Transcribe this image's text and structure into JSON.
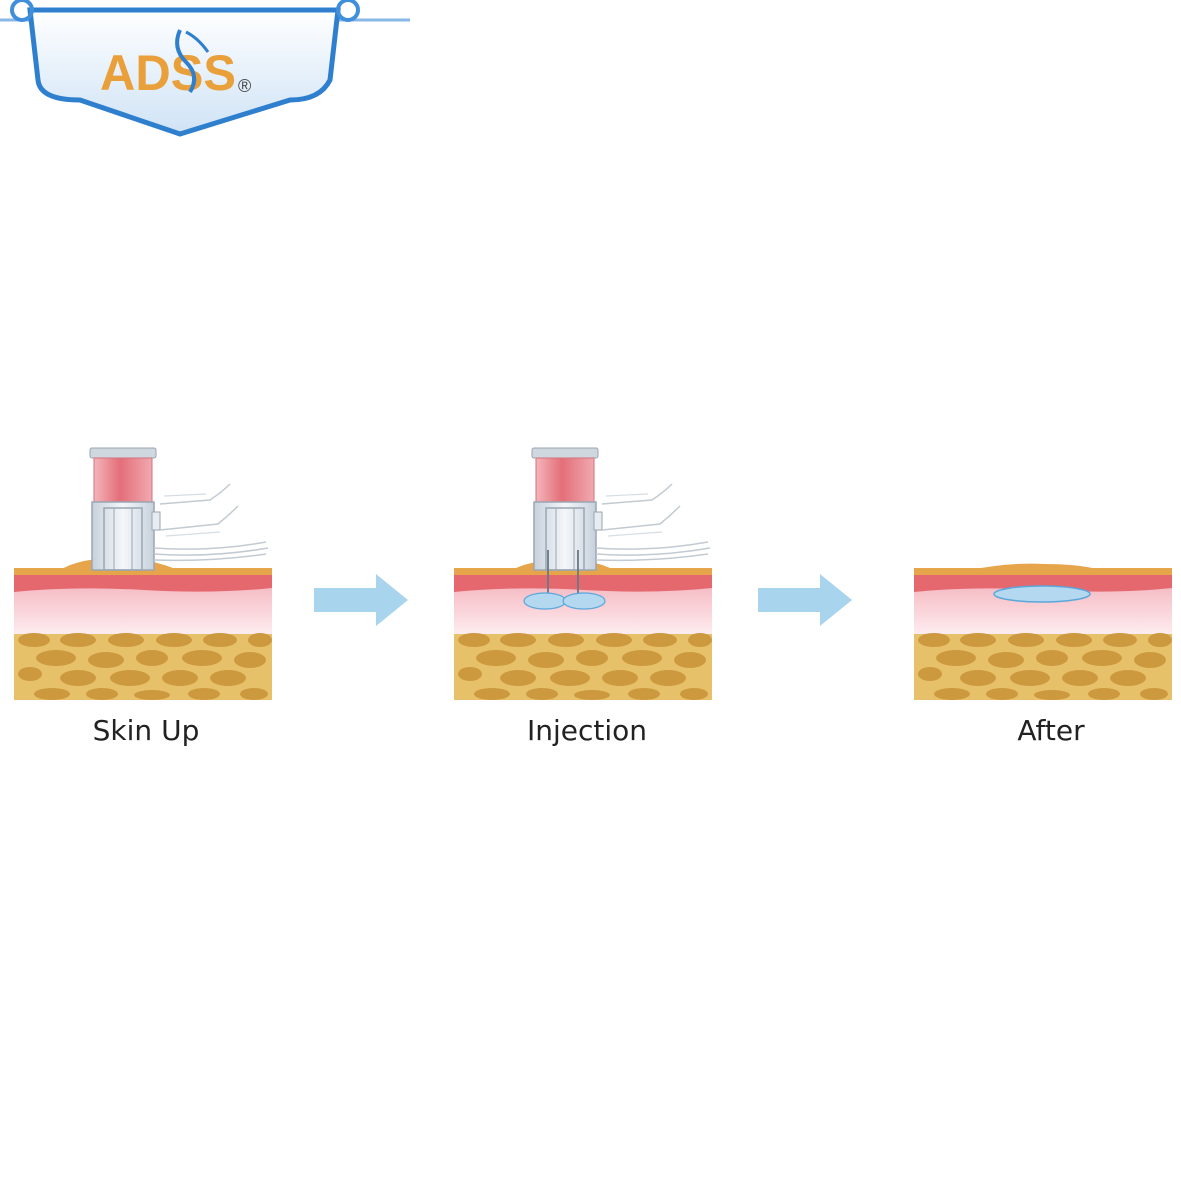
{
  "brand": {
    "name": "ADSS",
    "registered_mark": "®",
    "colors": {
      "orange": "#e9a03a",
      "blue": "#2f7fcf",
      "light_blue": "#cfe3f6"
    }
  },
  "steps": [
    {
      "label": "Skin Up"
    },
    {
      "label": "Injection"
    },
    {
      "label": "After"
    }
  ],
  "colors": {
    "epidermis": "#e5686f",
    "dermis": "#f6c9d0",
    "fat_background": "#e7c06a",
    "fat_lobule": "#cd993f",
    "surface": "#e6a54a",
    "fluid": "#b3d8f0",
    "arrow": "#a9d4ee",
    "device_head": "#e57e86",
    "device_body": "#dbe3ec"
  },
  "icons": {
    "arrows": [
      "arrow-right-icon",
      "arrow-right-icon"
    ],
    "logo_figure": "woman-silhouette-icon"
  }
}
